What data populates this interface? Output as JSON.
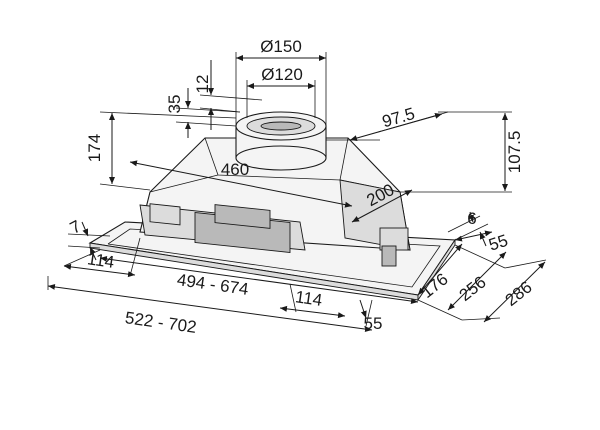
{
  "drawing": {
    "dimensions": {
      "d150": "Ø150",
      "d120": "Ø120",
      "d12": "12",
      "d35": "35",
      "d174": "174",
      "d97_5": "97.5",
      "d107_5": "107.5",
      "d460": "460",
      "d200": "200",
      "d7": "7",
      "d6": "6",
      "d55_right": "55",
      "d114_left": "114",
      "d494_674": "494 - 674",
      "d114_right": "114",
      "d176": "176",
      "d256": "256",
      "d286": "286",
      "d522_702": "522 - 702",
      "d55_bottom": "55"
    }
  }
}
